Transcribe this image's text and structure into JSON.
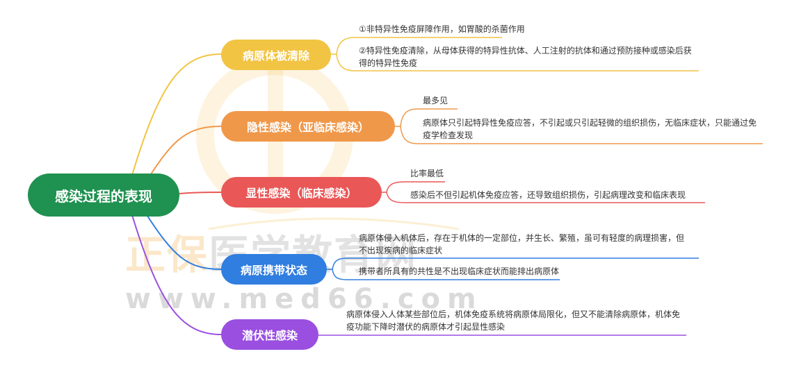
{
  "root": {
    "label": "感染过程的表现",
    "color": "#1f9150"
  },
  "branches": [
    {
      "label": "病原体被清除",
      "color": "#f2c443",
      "leaves": [
        "①非特异性免疫屏障作用，如胃酸的杀菌作用",
        "②特异性免疫清除，从母体获得的特异性抗体、人工注射的抗体和通过预防接种或感染后获得的特异性免疫"
      ]
    },
    {
      "label": "隐性感染（亚临床感染）",
      "color": "#f0984a",
      "leaves": [
        "最多见",
        "病原体只引起特异性免疫应答，不引起或只引起轻微的组织损伤，无临床症状，只能通过免疫学检查发现"
      ]
    },
    {
      "label": "显性感染（临床感染）",
      "color": "#e95757",
      "leaves": [
        "比率最低",
        "感染后不但引起机体免疫应答，还导致组织损伤，引起病理改变和临床表现"
      ]
    },
    {
      "label": "病原携带状态",
      "color": "#2f7ee0",
      "leaves": [
        "病原体侵入机体后，存在于机体的一定部位，并生长、繁殖，虽可有轻度的病理损害，但不出现疾病的临床症状",
        "携带者所具有的共性是不出现临床症状而能排出病原体"
      ]
    },
    {
      "label": "潜伏性感染",
      "color": "#9a4fe0",
      "leaves": [
        "病原体侵入人体某些部位后，机体免疫系统将病原体局限化，但又不能清除病原体，机体免疫功能下降时潜伏的病原体才引起显性感染"
      ]
    }
  ],
  "watermark": {
    "line1_orange": "正保",
    "line1_gray": "医学教育网",
    "line2": "www.med66.com"
  }
}
